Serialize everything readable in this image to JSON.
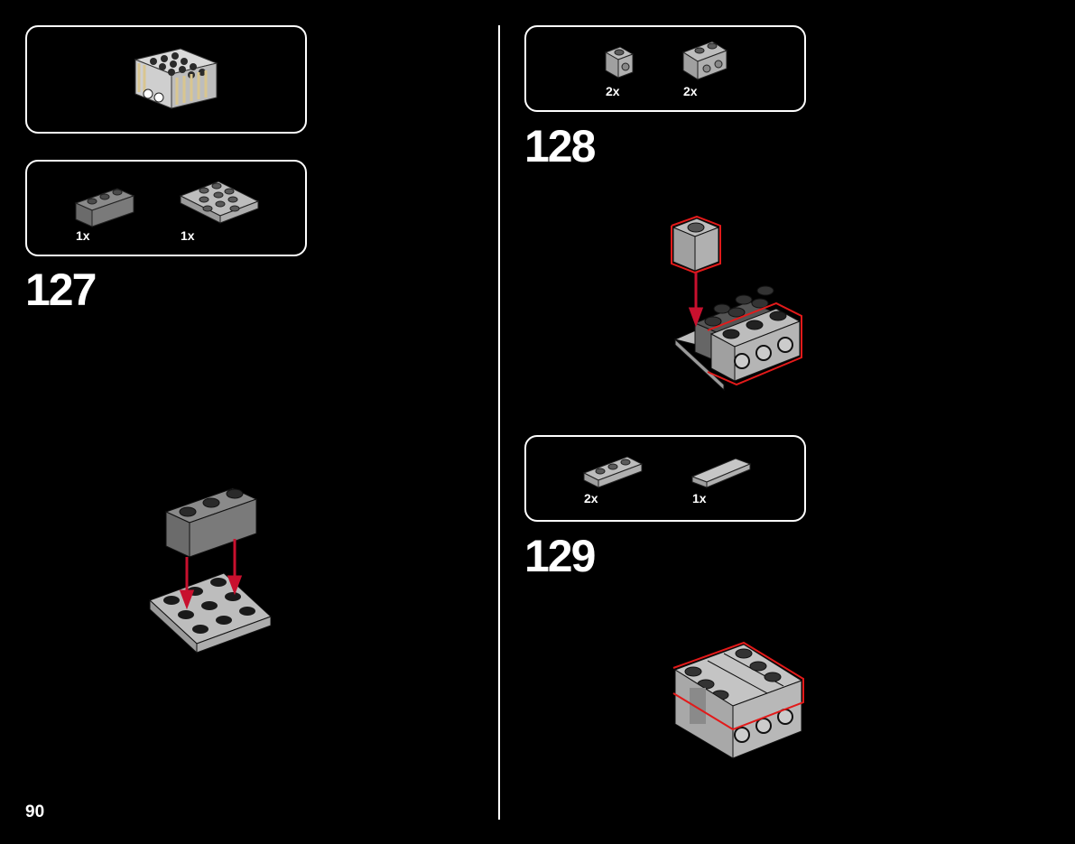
{
  "left_page": {
    "preview_box": {
      "description_icon": "assembled-module-icon"
    },
    "step_127": {
      "number": "127",
      "parts": [
        {
          "quantity": "1x",
          "icon": "brick-1x3-dark-gray-icon"
        },
        {
          "quantity": "1x",
          "icon": "plate-3x3-light-gray-icon"
        }
      ]
    }
  },
  "right_page": {
    "step_128": {
      "number": "128",
      "parts": [
        {
          "quantity": "2x",
          "icon": "brick-1x1-with-stud-side-icon"
        },
        {
          "quantity": "2x",
          "icon": "brick-1x2-with-studs-side-icon"
        }
      ]
    },
    "step_129": {
      "number": "129",
      "parts": [
        {
          "quantity": "2x",
          "icon": "plate-1x3-light-gray-icon"
        },
        {
          "quantity": "1x",
          "icon": "tile-1x3-light-gray-icon"
        }
      ]
    }
  },
  "page_number": "90",
  "colors": {
    "background": "#000000",
    "outline": "#ffffff",
    "arrow": "#c8102e",
    "highlight": "#e21a1a",
    "dark_gray": "#6b6b6b",
    "light_gray": "#b9b9b9",
    "tan": "#d9c690"
  }
}
